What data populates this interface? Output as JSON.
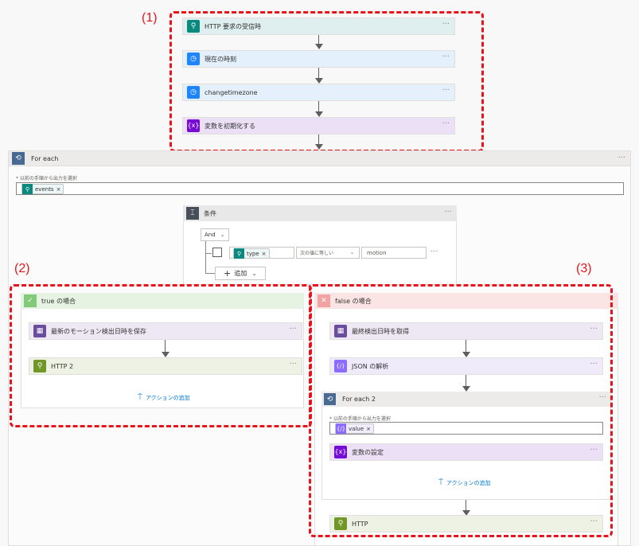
{
  "annotations": {
    "label1": "(1)",
    "label2": "(2)",
    "label3": "(3)"
  },
  "top_steps": [
    {
      "label": "HTTP 要求の受信時",
      "icon": "globe-icon"
    },
    {
      "label": "現在の時刻",
      "icon": "clock-icon"
    },
    {
      "label": "changetimezone",
      "icon": "clock-icon"
    },
    {
      "label": "変数を初期化する",
      "icon": "variable-icon"
    }
  ],
  "more": "···",
  "foreach": {
    "title": "For each",
    "field_label": "* 以前の手順から出力を選択",
    "token": "events",
    "token_close": "×"
  },
  "condition": {
    "title": "条件",
    "and_label": "And",
    "token": "type",
    "operator": "次の値に等しい",
    "value": "motion",
    "add_label": "追加"
  },
  "true_branch": {
    "title": "true の場合",
    "steps": [
      "最新のモーション検出日時を保存",
      "HTTP 2"
    ],
    "add_action": "アクションの追加"
  },
  "false_branch": {
    "title": "false の場合",
    "steps": [
      "最終検出日時を取得",
      "JSON の解析"
    ],
    "foreach2": {
      "title": "For each 2",
      "field_label": "* 以前の手順から出力を選択",
      "token": "value",
      "step": "変数の設定",
      "add_action": "アクションの追加"
    },
    "final_step": "HTTP"
  },
  "colors": {
    "http": "#0a8a7e",
    "clock": "#1f85ff",
    "variable": "#770bd6",
    "storage": "#6b4d9e",
    "http_green": "#709727",
    "json": "#8c6cff",
    "annotation_red": "#e8141b"
  }
}
